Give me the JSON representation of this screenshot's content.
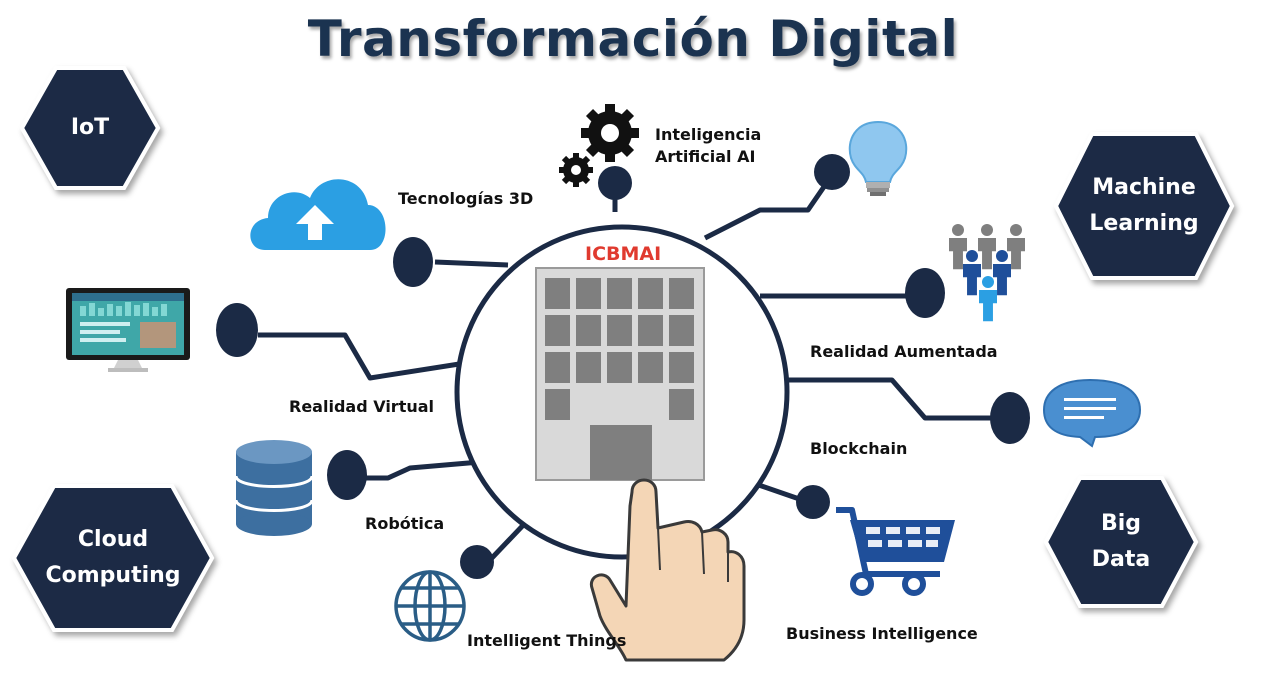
{
  "title": "Transformación Digital",
  "center": {
    "label": "ICBMAI"
  },
  "hexagons": [
    {
      "id": "iot",
      "lines": [
        "IoT"
      ]
    },
    {
      "id": "machine-learning",
      "lines": [
        "Machine",
        "Learning"
      ]
    },
    {
      "id": "cloud-computing",
      "lines": [
        "Cloud",
        "Computing"
      ]
    },
    {
      "id": "big-data",
      "lines": [
        "Big",
        "Data"
      ]
    }
  ],
  "labels": {
    "ai": [
      "Inteligencia",
      "Artificial AI"
    ],
    "tech3d": "Tecnologías 3D",
    "realidad_aumentada": "Realidad Aumentada",
    "realidad_virtual": "Realidad Virtual",
    "blockchain": "Blockchain",
    "robotica": "Robótica",
    "intelligent_things": "Intelligent Things",
    "business_intelligence": "Business Intelligence"
  },
  "icons": [
    "gears-icon",
    "lightbulb-icon",
    "cloud-upload-icon",
    "people-group-icon",
    "monitor-dashboard-icon",
    "speech-bubble-icon",
    "database-icon",
    "shopping-cart-icon",
    "globe-icon",
    "pointing-hand-icon",
    "building-icon"
  ],
  "colors": {
    "navy": "#1b2a45",
    "title": "#1b3350",
    "brand": "#e03a2f",
    "cloud": "#2b9fe3",
    "database": "#3d6fa0",
    "cart": "#1f4f9a",
    "globe": "#2a5d86",
    "bubble": "#4a8fd0",
    "bulb": "#8fc7ef"
  }
}
